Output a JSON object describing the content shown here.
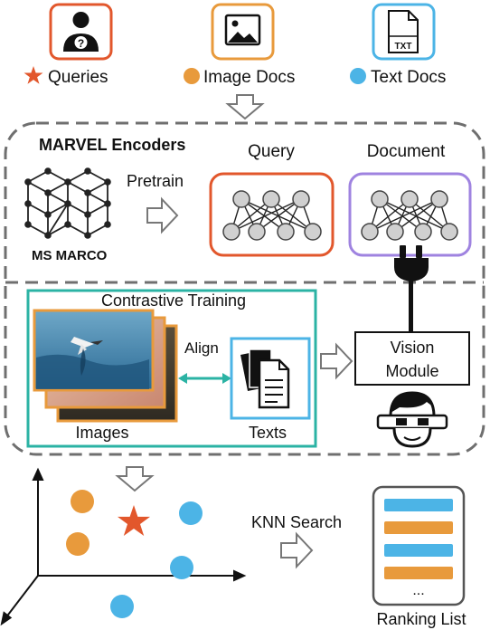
{
  "inputs": {
    "queries_label": "Queries",
    "image_docs_label": "Image Docs",
    "text_docs_label": "Text Docs",
    "txt_icon_text": "TXT"
  },
  "encoders": {
    "title": "MARVEL Encoders",
    "pretrain_label": "Pretrain",
    "msmarco_label": "MS MARCO",
    "query_label": "Query",
    "document_label": "Document"
  },
  "training": {
    "title": "Contrastive Training",
    "align_label": "Align",
    "images_label": "Images",
    "texts_label": "Texts",
    "vision_module_label": "Vision Module",
    "vision_line1": "Vision",
    "vision_line2": "Module"
  },
  "retrieval": {
    "knn_label": "KNN Search",
    "ranking_label": "Ranking List",
    "ellipsis": "..."
  },
  "colors": {
    "query_orange": "#E2572C",
    "image_orange": "#E89A3C",
    "text_blue": "#4CB4E6",
    "doc_purple": "#9F83E0",
    "teal": "#2BB3A4",
    "dashed_gray": "#6F6F6F"
  }
}
